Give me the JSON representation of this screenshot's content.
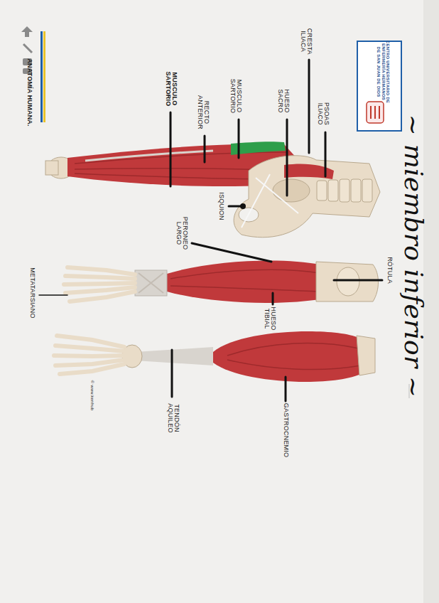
{
  "diagram": {
    "title": "~ miembro inferior ~",
    "nodes": [
      {
        "text": [
          "CENTRO UNIVERSITARIO DE ENFERMERÍA HERMANOS DE SAN JUAN DE DIOS"
        ]
      }
    ],
    "labels": [
      "ANATOMÍA HUMANA.",
      "CRESTA ILIACA",
      "PSOAS ILIACO",
      "HUESO SACRO",
      "MUSCULO SARTORIO",
      "RECTO ANTERIOR",
      "MUSCULO SARTORIO",
      "ISQUION",
      "PERONEO LARGO",
      "RÓTULA",
      "HUESO TIBIAL",
      "METATARSIANO",
      "GASTROCNEMIO",
      "TENDÓN AQUILEO",
      "© www.kenhub"
    ]
  }
}
